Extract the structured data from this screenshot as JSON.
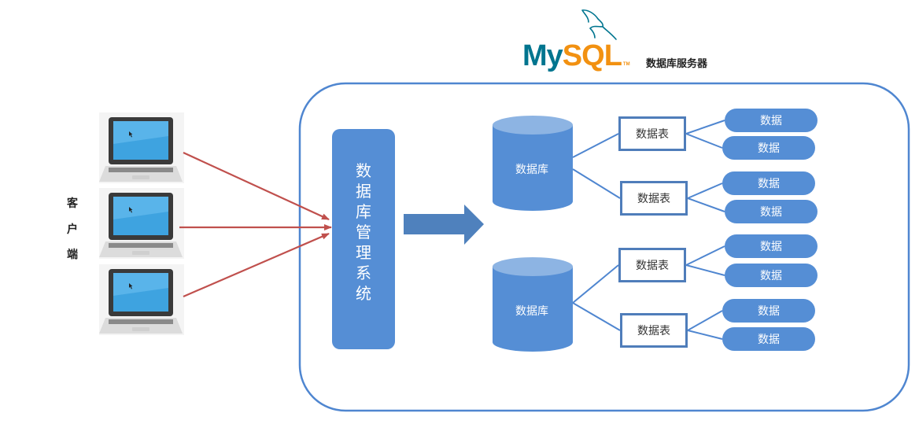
{
  "header": {
    "logo": {
      "brand_my": "My",
      "brand_sql": "SQL",
      "trademark": "TM",
      "icon": "dolphin-icon"
    },
    "server_label": "数据库服务器"
  },
  "clients": {
    "label_chars": [
      "客",
      "户",
      "端"
    ],
    "laptops": [
      {
        "icon": "laptop-icon"
      },
      {
        "icon": "laptop-icon"
      },
      {
        "icon": "laptop-icon"
      }
    ]
  },
  "server": {
    "dbms_label_chars": [
      "数",
      "据",
      "库",
      "管",
      "理",
      "系",
      "统"
    ],
    "databases": [
      {
        "label": "数据库",
        "tables": [
          {
            "label": "数据表",
            "rows": [
              "数据",
              "数据"
            ]
          },
          {
            "label": "数据表",
            "rows": [
              "数据",
              "数据"
            ]
          }
        ]
      },
      {
        "label": "数据库",
        "tables": [
          {
            "label": "数据表",
            "rows": [
              "数据",
              "数据"
            ]
          },
          {
            "label": "数据表",
            "rows": [
              "数据",
              "数据"
            ]
          }
        ]
      }
    ]
  },
  "colors": {
    "primary_blue": "#558ed5",
    "arrow_blue": "#4f81bd",
    "outline_blue": "#4f7dba",
    "client_arrow_red": "#c0504d",
    "mysql_teal": "#00758f",
    "mysql_orange": "#f29111"
  }
}
